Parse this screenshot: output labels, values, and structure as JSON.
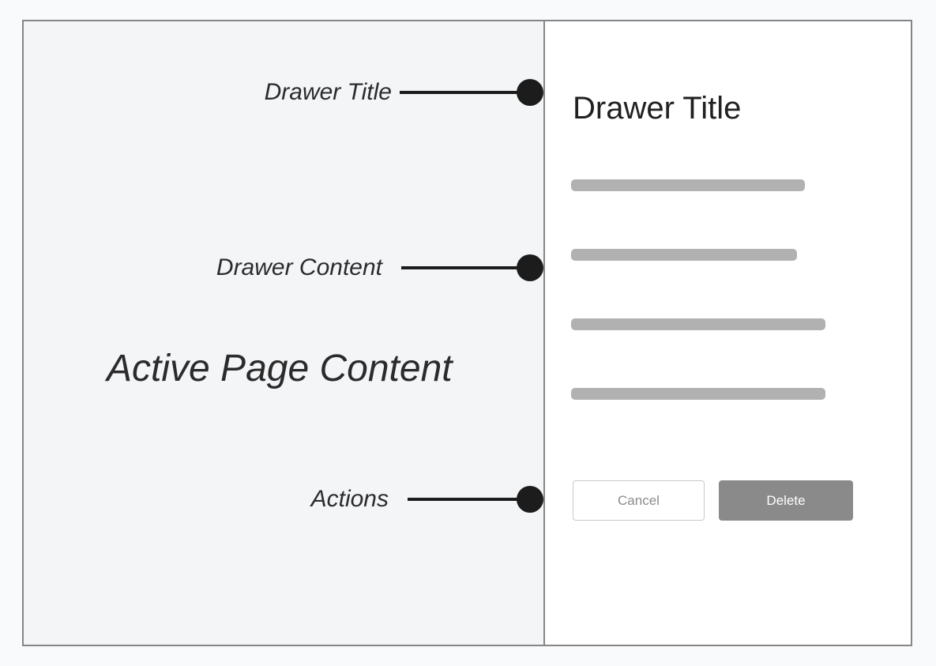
{
  "diagram": {
    "page_label": "Active Page Content",
    "annotations": [
      {
        "label": "Drawer Title"
      },
      {
        "label": "Drawer Content"
      },
      {
        "label": "Actions"
      }
    ]
  },
  "drawer": {
    "title": "Drawer Title",
    "content_placeholder_bars": [
      296,
      286,
      322,
      322
    ],
    "actions": {
      "cancel_label": "Cancel",
      "delete_label": "Delete"
    }
  },
  "colors": {
    "frame_border": "#868686",
    "page_panel_bg": "#f4f5f7",
    "drawer_bg": "#ffffff",
    "placeholder_bar": "#b1b1b1",
    "annotation_ink": "#1c1c1c",
    "annotation_text": "#2b2b2b",
    "delete_button_bg": "#8a8a8a",
    "delete_button_text": "#ffffff",
    "cancel_button_border": "#c9c9c9",
    "cancel_button_text": "#8c8c8c"
  }
}
